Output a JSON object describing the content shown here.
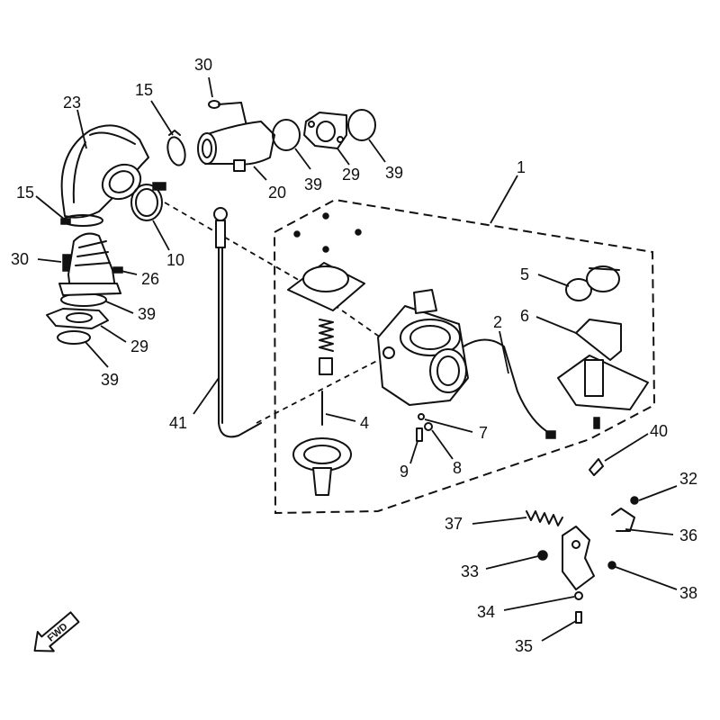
{
  "callouts": {
    "c1": "1",
    "c2": "2",
    "c4": "4",
    "c5": "5",
    "c6": "6",
    "c7": "7",
    "c8": "8",
    "c9": "9",
    "c10": "10",
    "c15a": "15",
    "c15b": "15",
    "c20": "20",
    "c23": "23",
    "c26": "26",
    "c29a": "29",
    "c29b": "29",
    "c30a": "30",
    "c30b": "30",
    "c32": "32",
    "c33": "33",
    "c34": "34",
    "c35": "35",
    "c36": "36",
    "c37": "37",
    "c38": "38",
    "c39a": "39",
    "c39b": "39",
    "c39c": "39",
    "c39d": "39",
    "c40": "40",
    "c41": "41"
  },
  "direction_arrow": {
    "label": "FWD",
    "icon": "fwd-arrow-icon"
  },
  "colors": {
    "ink": "#111111",
    "paper": "#ffffff"
  }
}
